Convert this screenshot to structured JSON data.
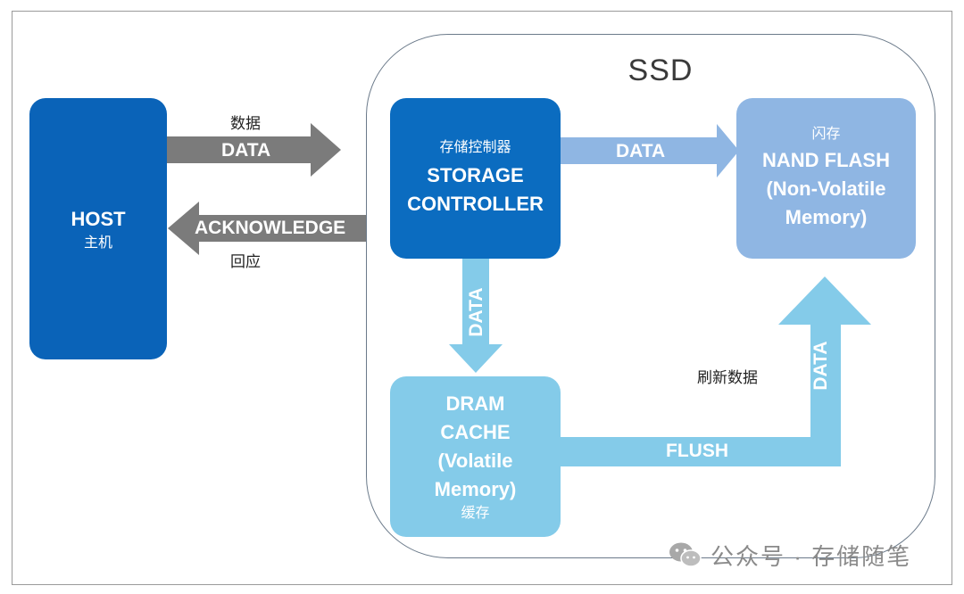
{
  "ssd": {
    "title": "SSD"
  },
  "host": {
    "title": "HOST",
    "subtitle": "主机"
  },
  "controller": {
    "subtitle": "存储控制器",
    "line1": "STORAGE",
    "line2": "CONTROLLER"
  },
  "nand": {
    "subtitle": "闪存",
    "line1": "NAND FLASH",
    "line2": "(Non-Volatile",
    "line3": "Memory)"
  },
  "dram": {
    "line1": "DRAM",
    "line2": "CACHE",
    "line3": "(Volatile",
    "line4": "Memory)",
    "subtitle": "缓存"
  },
  "arrows": {
    "host_to_ctrl": {
      "label": "DATA",
      "caption": "数据"
    },
    "ctrl_to_host": {
      "label": "ACKNOWLEDGE",
      "caption": "回应"
    },
    "ctrl_to_nand": {
      "label": "DATA"
    },
    "ctrl_to_dram": {
      "label": "DATA"
    },
    "dram_to_nand": {
      "label": "FLUSH",
      "label2": "DATA",
      "caption": "刷新数据"
    }
  },
  "watermark": {
    "text": "公众号 · 存储随笔"
  },
  "colors": {
    "host": "#0a63b8",
    "controller": "#0b6cc0",
    "nand": "#8fb6e3",
    "dram": "#84cbe9",
    "gray_arrow": "#7b7b7b",
    "light_arrow": "#8fb6e3",
    "cyan_arrow": "#84cbe9"
  }
}
